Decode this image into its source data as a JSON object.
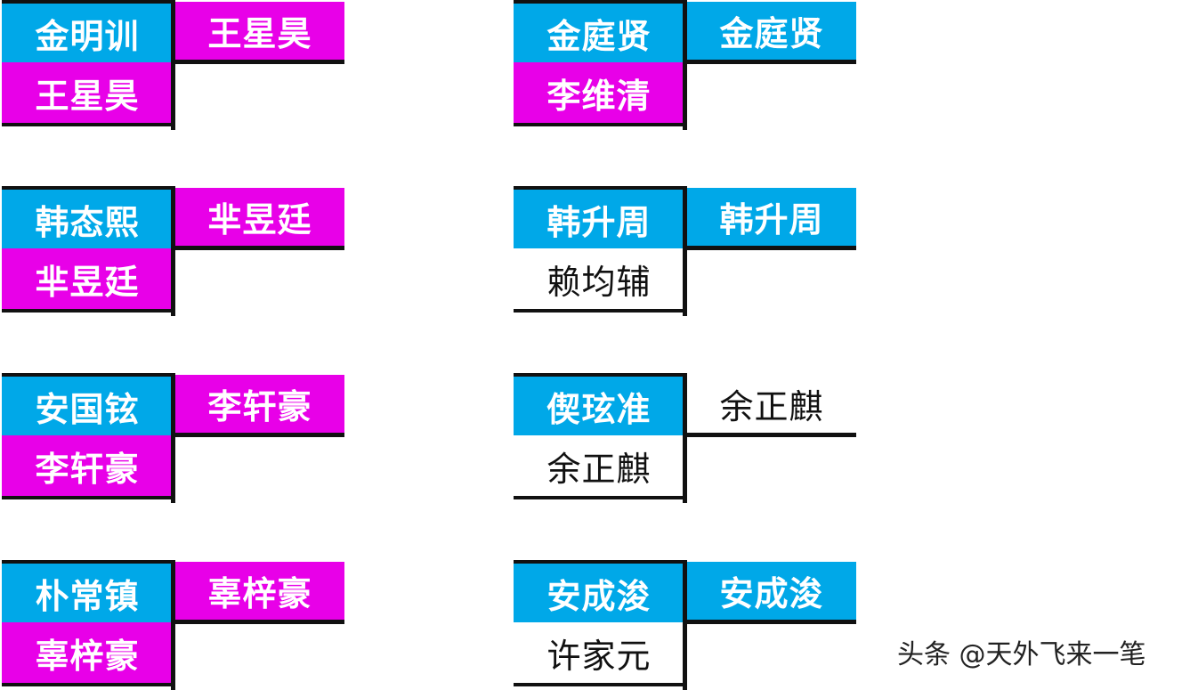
{
  "colors": {
    "cyan": "#00a8e8",
    "magenta": "#e800e8",
    "line": "#111111",
    "background": "#ffffff"
  },
  "left_column": [
    {
      "top": {
        "name": "金明训",
        "color": "cyan"
      },
      "bottom": {
        "name": "王星昊",
        "color": "magenta"
      },
      "winner": {
        "name": "王星昊",
        "color": "magenta"
      }
    },
    {
      "top": {
        "name": "韩态熙",
        "color": "cyan"
      },
      "bottom": {
        "name": "芈昱廷",
        "color": "magenta"
      },
      "winner": {
        "name": "芈昱廷",
        "color": "magenta"
      }
    },
    {
      "top": {
        "name": "安国铉",
        "color": "cyan"
      },
      "bottom": {
        "name": "李轩豪",
        "color": "magenta"
      },
      "winner": {
        "name": "李轩豪",
        "color": "magenta"
      }
    },
    {
      "top": {
        "name": "朴常镇",
        "color": "cyan"
      },
      "bottom": {
        "name": "辜梓豪",
        "color": "magenta"
      },
      "winner": {
        "name": "辜梓豪",
        "color": "magenta"
      }
    }
  ],
  "right_column": [
    {
      "top": {
        "name": "金庭贤",
        "color": "cyan"
      },
      "bottom": {
        "name": "李维清",
        "color": "magenta"
      },
      "winner": {
        "name": "金庭贤",
        "color": "cyan"
      }
    },
    {
      "top": {
        "name": "韩升周",
        "color": "cyan"
      },
      "bottom": {
        "name": "赖均辅",
        "color": "plain"
      },
      "winner": {
        "name": "韩升周",
        "color": "cyan"
      }
    },
    {
      "top": {
        "name": "偰玹准",
        "color": "cyan"
      },
      "bottom": {
        "name": "余正麒",
        "color": "plain"
      },
      "winner": {
        "name": "余正麒",
        "color": "plain"
      }
    },
    {
      "top": {
        "name": "安成浚",
        "color": "cyan"
      },
      "bottom": {
        "name": "许家元",
        "color": "plain"
      },
      "winner": {
        "name": "安成浚",
        "color": "cyan"
      }
    }
  ],
  "watermark": "头条 @天外飞来一笔"
}
